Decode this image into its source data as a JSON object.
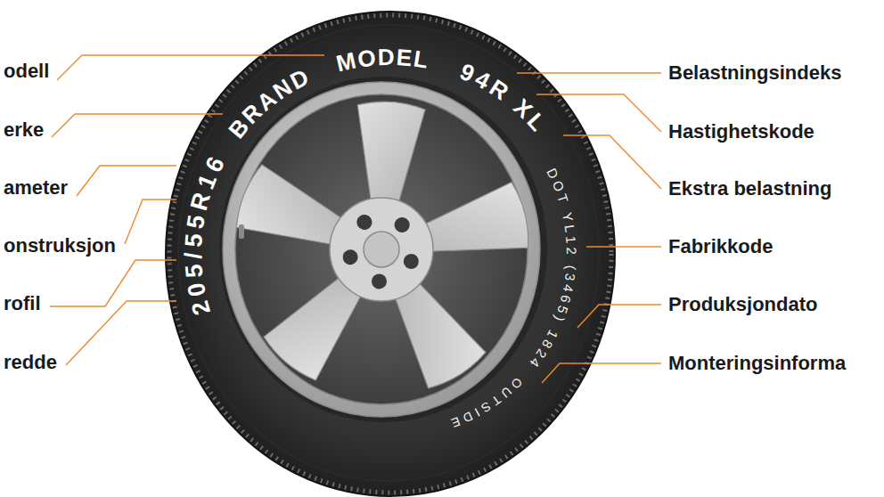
{
  "diagram": {
    "labels": [
      "odell",
      "erke",
      "ameter",
      "onstruksjon",
      "rofil",
      "redde",
      "BRAND",
      "MODEL",
      "205/55R16",
      "94R XL",
      "DOT YL12 (3465) 1824",
      "OUTSIDE",
      "Belastningsindeks",
      "Hastighetskode",
      "Ekstra belastning",
      "Fabrikkode",
      "Produksjondato",
      "Monteringsinforma"
    ]
  }
}
